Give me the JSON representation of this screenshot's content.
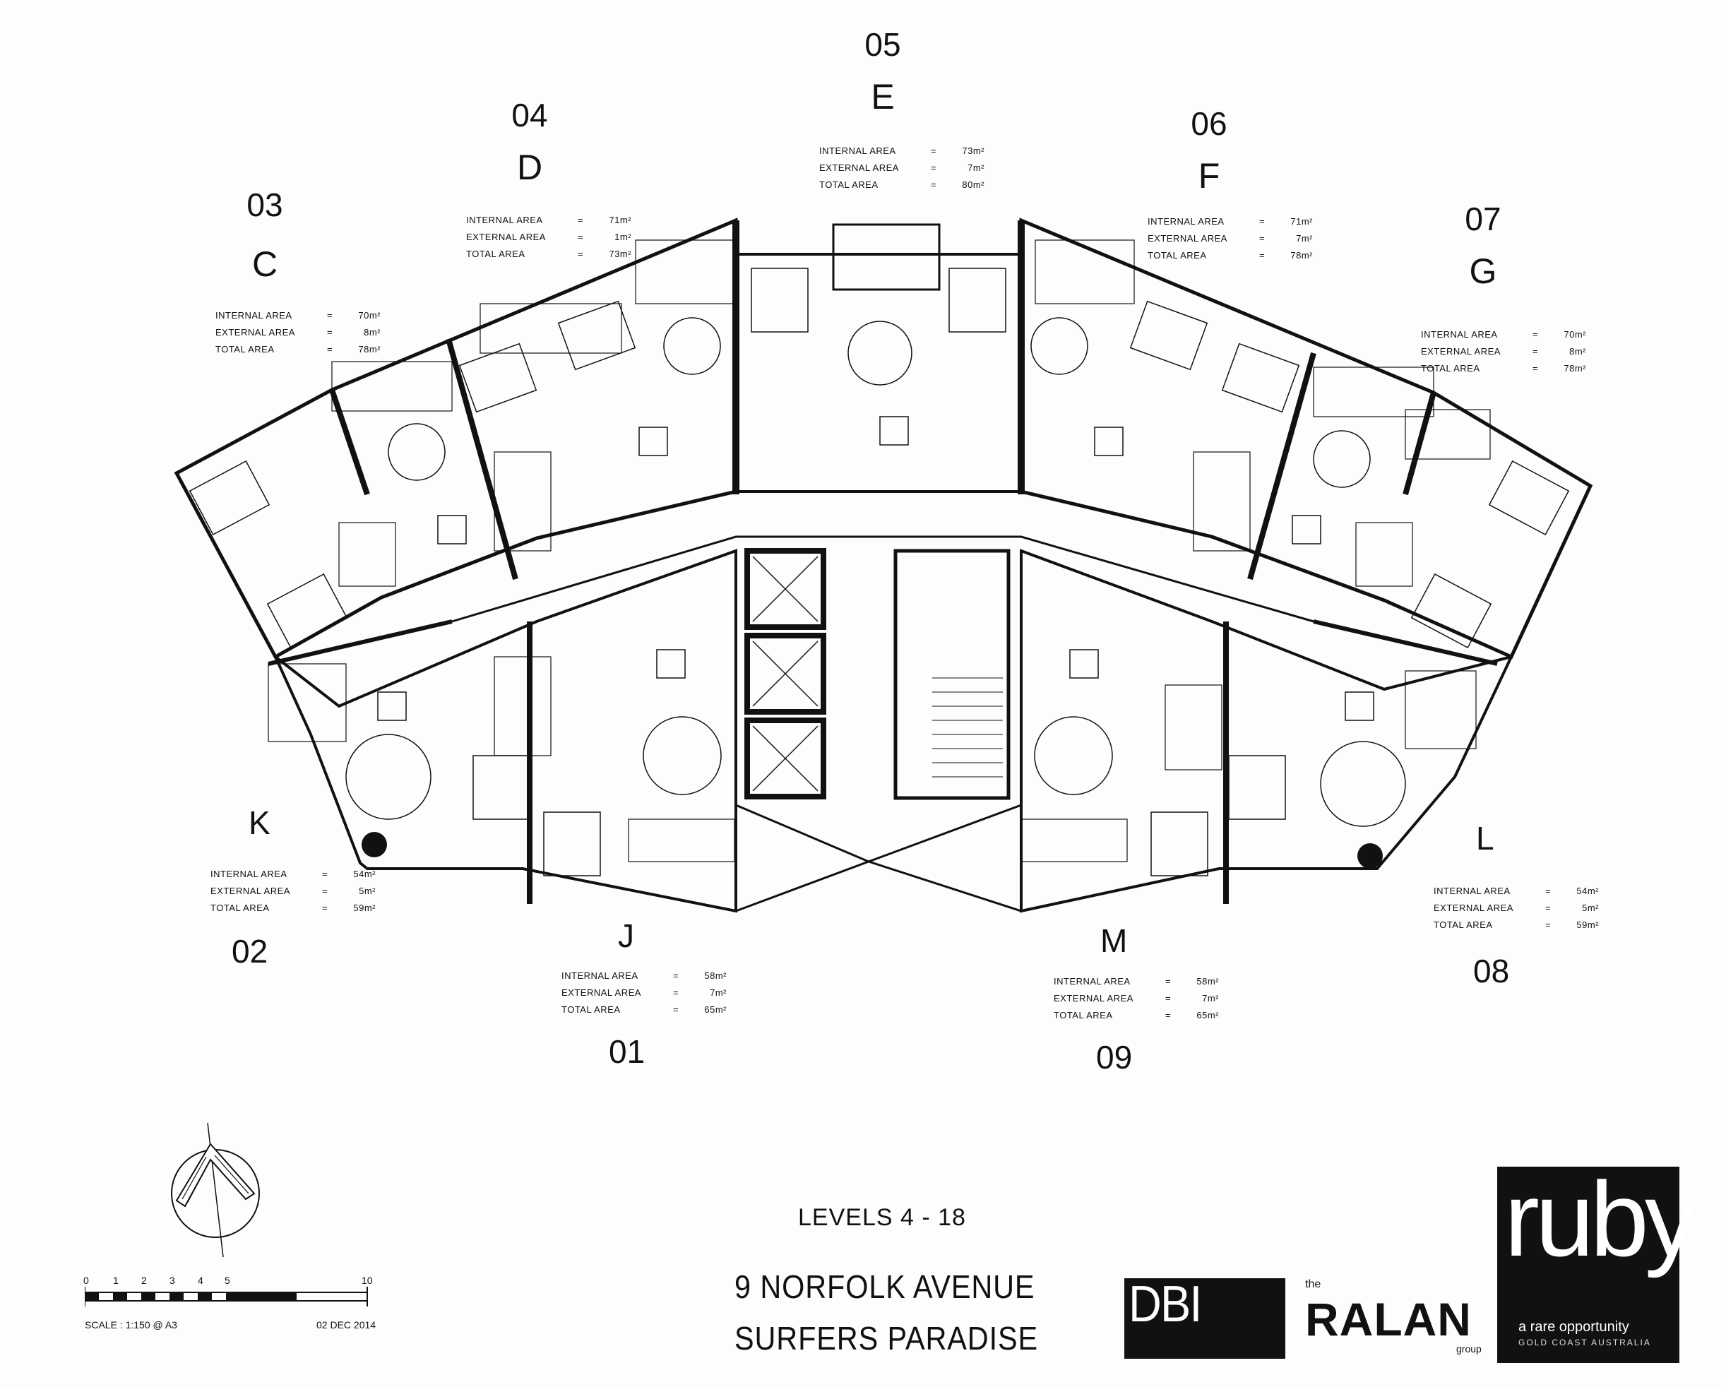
{
  "project": {
    "levels": "LEVELS  4 - 18",
    "address_line1": "9  NORFOLK AVENUE",
    "address_line2": "SURFERS PARADISE"
  },
  "scale": {
    "text": "SCALE : 1:150 @ A3",
    "date": "02 DEC 2014",
    "ticks": [
      "0",
      "1",
      "2",
      "3",
      "4",
      "5",
      "10"
    ]
  },
  "labels": {
    "internal": "INTERNAL AREA",
    "external": "EXTERNAL AREA",
    "total": "TOTAL AREA",
    "eq": "="
  },
  "units": {
    "c": {
      "num": "03",
      "letter": "C",
      "internal": "70m²",
      "external": "8m²",
      "total": "78m²"
    },
    "d": {
      "num": "04",
      "letter": "D",
      "internal": "71m²",
      "external": "1m²",
      "total": "73m²"
    },
    "e": {
      "num": "05",
      "letter": "E",
      "internal": "73m²",
      "external": "7m²",
      "total": "80m²"
    },
    "f": {
      "num": "06",
      "letter": "F",
      "internal": "71m²",
      "external": "7m²",
      "total": "78m²"
    },
    "g": {
      "num": "07",
      "letter": "G",
      "internal": "70m²",
      "external": "8m²",
      "total": "78m²"
    },
    "k": {
      "num": "02",
      "letter": "K",
      "internal": "54m²",
      "external": "5m²",
      "total": "59m²"
    },
    "j": {
      "num": "01",
      "letter": "J",
      "internal": "58m²",
      "external": "7m²",
      "total": "65m²"
    },
    "m": {
      "num": "09",
      "letter": "M",
      "internal": "58m²",
      "external": "7m²",
      "total": "65m²"
    },
    "l": {
      "num": "08",
      "letter": "L",
      "internal": "54m²",
      "external": "5m²",
      "total": "59m²"
    }
  },
  "logos": {
    "dbi": "DBI",
    "ralan_the": "the",
    "ralan": "RALAN",
    "ralan_group": "group",
    "ruby": "ruby",
    "ruby_tag": "a rare opportunity",
    "ruby_loc": "GOLD COAST AUSTRALIA"
  },
  "icons": [
    "north-arrow-icon"
  ]
}
